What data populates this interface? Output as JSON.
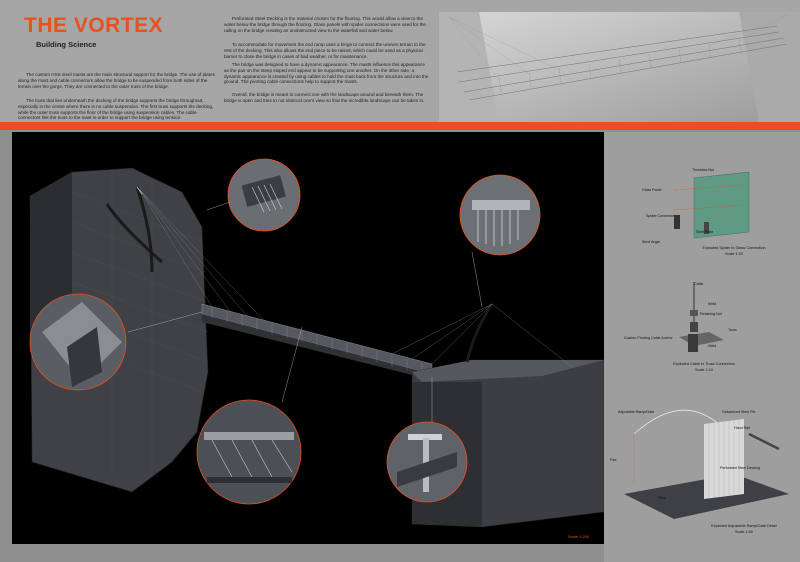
{
  "header": {
    "title": "THE VORTEX",
    "subtitle": "Building Science",
    "paragraphs": [
      "The custom HSS steel masts are the main structural support for the bridge. The use of plates along the mast and cable connectors allow the bridge to be suspended from both sides of the terrain over the gorge. They are connected to the outer truss of the bridge.",
      "The truss that lies underneath the decking of the bridge supports the bridge throughout, especially in the centre where there is no cable suspension. The first truss supports the decking, while the outer truss supports the floor of the bridge using suspension cables. The cable connectors link the truss to the mast in order to support the bridge using tension.",
      "Perforated Steel Decking is the material chosen for the flooring. This would allow a view to the water below the bridge through the flooring. Glass panels with spider connections were used for the railing on the bridge creating an unobstructed view to the waterfall and water below.",
      "To accommodate for movement the end ramp uses a hinge to connect the uneven terrain to the rest of the decking. This also allows the end piece to be raised, which could be used as a physical barrier to close the bridge in cases of bad weather, or for maintenance.",
      "The bridge was designed to have a dynamic appearance. The masts influence this appearance as the pair on the steep sloped end appear to be supporting one another. On the other side, a dynamic appearance is created by using cables to hold the mast back from the structure and into the ground. The pivoting cable connections help to support the masts.",
      "Overall, the bridge is meant to connect one with the landscape around and beneath them. The bridge is open and tries to not obstruct one's view so that the incredible landscape can be taken in."
    ]
  },
  "main": {
    "scale": "Scale 1:200"
  },
  "details": {
    "spider": {
      "caption": "Exploded Spider to Glass Connection",
      "scale": "Scale 1:20",
      "labels": [
        "Threaded Nut",
        "Glass Panel",
        "Spider Connector",
        "Steel Plate",
        "Steel Angle"
      ]
    },
    "cable": {
      "caption": "Exploded Cable to Truss Connection",
      "scale": "Scale 1:10",
      "labels": [
        "Cable",
        "Weld",
        "Retaining Nut",
        "Truss",
        "Custom Pivoting Cable Anchor",
        "Weld"
      ]
    },
    "ramp": {
      "caption": "Exploded Adjustable Ramp/Gate Detail",
      "scale": "Scale 1:50",
      "labels": [
        "Adjustable Ramp/Gate",
        "Galvanized Steel Pin",
        "Hand Rail",
        "Perforated Steel Decking",
        "Pad",
        "Steel"
      ]
    }
  },
  "colors": {
    "accent": "#e8501c",
    "panel": "#000000"
  }
}
